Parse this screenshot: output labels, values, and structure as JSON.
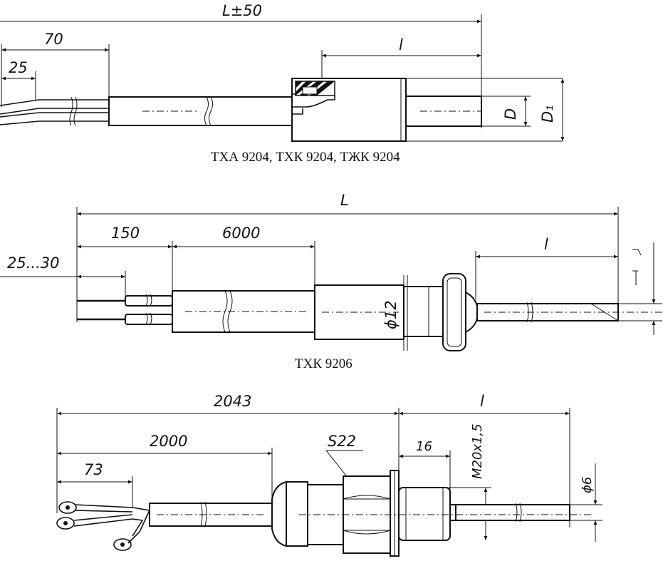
{
  "figure1": {
    "dim_total": "L±50",
    "dim_70": "70",
    "dim_25": "25",
    "dim_l": "l",
    "dim_D": "D",
    "dim_D1": "D₁",
    "caption": "ТХА 9204, ТХК 9204, ТЖК 9204"
  },
  "figure2": {
    "dim_total": "L",
    "dim_150": "150",
    "dim_6000": "6000",
    "dim_25_30": "25...30",
    "dim_l": "l",
    "dim_phi12": "ϕ12",
    "caption": "ТХК 9206"
  },
  "figure3": {
    "dim_2043": "2043",
    "dim_2000": "2000",
    "dim_73": "73",
    "dim_l": "l",
    "dim_S22": "S22",
    "dim_16": "16",
    "dim_M20": "M20x1,5",
    "dim_phi6": "ϕ6"
  }
}
